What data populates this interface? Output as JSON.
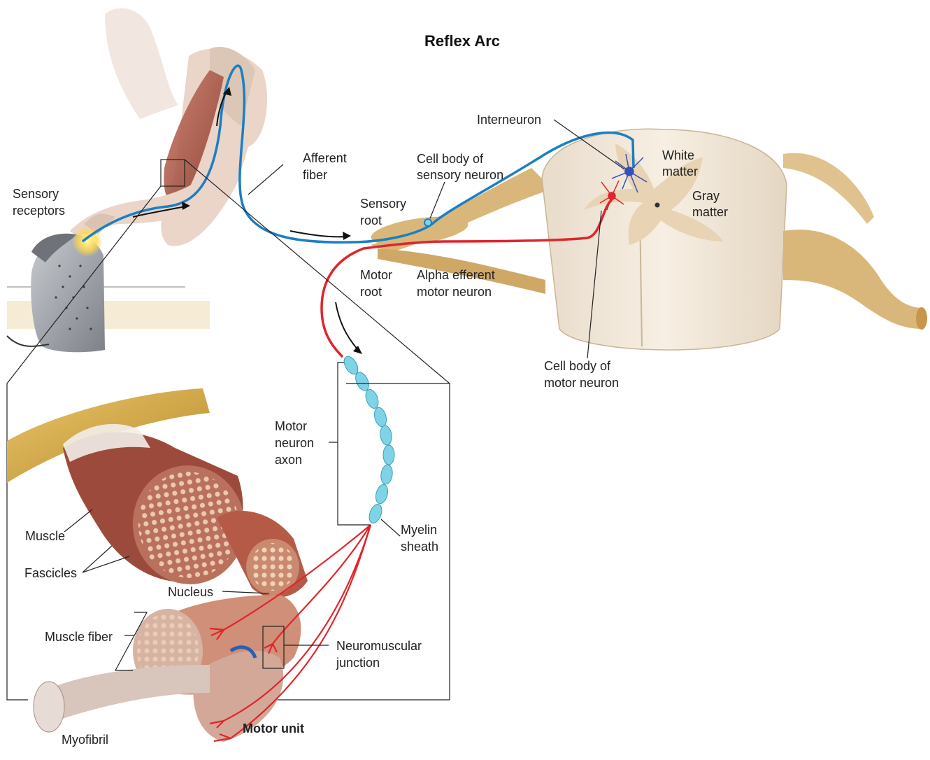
{
  "title": "Reflex Arc",
  "labels": {
    "sensory_receptors": [
      "Sensory",
      "receptors"
    ],
    "afferent_fiber": [
      "Afferent",
      "fiber"
    ],
    "sensory_root": [
      "Sensory",
      "root"
    ],
    "cell_body_sensory": [
      "Cell body of",
      "sensory neuron"
    ],
    "interneuron": "Interneuron",
    "white_matter": [
      "White",
      "matter"
    ],
    "gray_matter": [
      "Gray",
      "matter"
    ],
    "motor_root": [
      "Motor",
      "root"
    ],
    "alpha_efferent": [
      "Alpha efferent",
      "motor neuron"
    ],
    "cell_body_motor": [
      "Cell body of",
      "motor neuron"
    ],
    "motor_neuron_axon": [
      "Motor",
      "neuron",
      "axon"
    ],
    "myelin_sheath": [
      "Myelin",
      "sheath"
    ],
    "muscle": "Muscle",
    "fascicles": "Fascicles",
    "nucleus": "Nucleus",
    "muscle_fiber": "Muscle fiber",
    "neuromuscular_junction": [
      "Neuromuscular",
      "junction"
    ],
    "myofibril": "Myofibril",
    "motor_unit": "Motor unit"
  },
  "colors": {
    "sensory_neuron": "#1a7fc4",
    "motor_neuron": "#e0252b",
    "myelin": "#7fd3e6",
    "nerve": "#d9b77a",
    "spinal_cord": "#f2e8d8",
    "gray_matter": "#e8d3b4",
    "muscle": "#a55040",
    "skin": "#efdcd0"
  }
}
